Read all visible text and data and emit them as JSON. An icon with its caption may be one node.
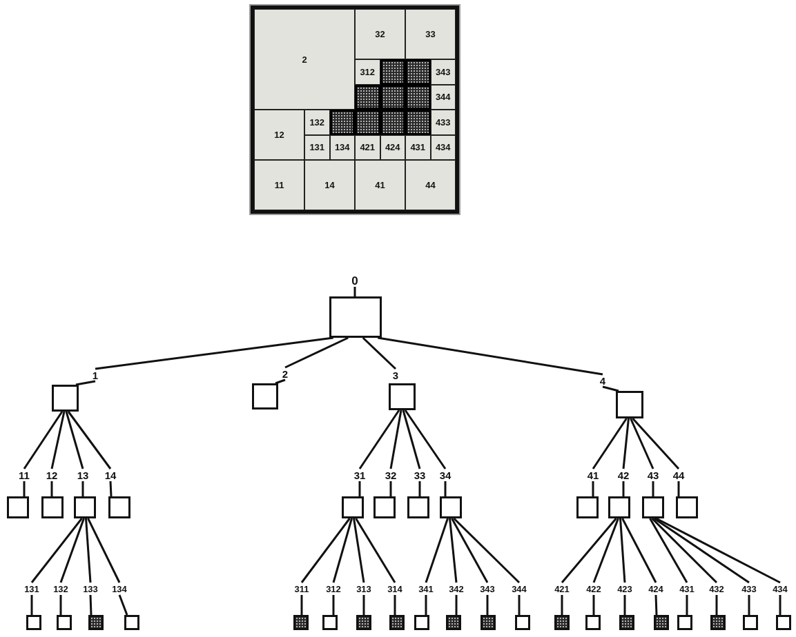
{
  "diagram": {
    "nodes": [
      {
        "text": [],
        "shape": "box"
      },
      {
        "text": [
          "2"
        ],
        "in": 0
      },
      {
        "text": [
          "32"
        ],
        "in": 0
      },
      {
        "text": [
          "33"
        ],
        "in": 0
      },
      {
        "text": [
          "312"
        ],
        "in": 0
      },
      {
        "text": [],
        "shape": "box",
        "in": 0
      },
      {
        "text": [],
        "shape": "box",
        "in": 0
      },
      {
        "text": [
          "343"
        ],
        "in": 0
      },
      {
        "text": [],
        "shape": "box",
        "in": 0
      },
      {
        "text": [],
        "shape": "box",
        "in": 0
      },
      {
        "text": [],
        "shape": "box",
        "in": 0
      },
      {
        "text": [
          "344"
        ],
        "in": 0
      },
      {
        "text": [
          "12"
        ],
        "in": 0
      },
      {
        "text": [
          "132"
        ],
        "in": 0
      },
      {
        "text": [],
        "shape": "box",
        "in": 0
      },
      {
        "text": [],
        "shape": "box",
        "in": 0
      },
      {
        "text": [],
        "shape": "box",
        "in": 0
      },
      {
        "text": [],
        "shape": "box",
        "in": 0
      },
      {
        "text": [
          "433"
        ],
        "in": 0
      },
      {
        "text": [
          "131"
        ],
        "in": 0
      },
      {
        "text": [
          "134"
        ],
        "in": 0
      },
      {
        "text": [
          "421"
        ],
        "in": 0
      },
      {
        "text": [
          "424"
        ],
        "in": 0
      },
      {
        "text": [
          "431"
        ],
        "in": 0
      },
      {
        "text": [
          "434"
        ],
        "in": 0
      },
      {
        "text": [
          "11"
        ],
        "in": 0
      },
      {
        "text": [
          "14"
        ],
        "in": 0
      },
      {
        "text": [
          "41"
        ],
        "in": 0
      },
      {
        "text": [
          "44"
        ],
        "in": 0
      },
      {
        "text": [
          "0"
        ]
      },
      {
        "text": [
          "1"
        ]
      },
      {
        "text": [
          "2"
        ]
      },
      {
        "text": [
          "3"
        ]
      },
      {
        "text": [
          "4"
        ]
      },
      {
        "text": [
          "11"
        ]
      },
      {
        "text": [
          "12"
        ]
      },
      {
        "text": [
          "13"
        ]
      },
      {
        "text": [
          "14"
        ]
      },
      {
        "text": [
          "31"
        ]
      },
      {
        "text": [
          "32"
        ]
      },
      {
        "text": [
          "33"
        ]
      },
      {
        "text": [
          "34"
        ]
      },
      {
        "text": [
          "41"
        ]
      },
      {
        "text": [
          "42"
        ]
      },
      {
        "text": [
          "43"
        ]
      },
      {
        "text": [
          "44"
        ]
      },
      {
        "text": [
          "131"
        ]
      },
      {
        "text": [
          "132"
        ]
      },
      {
        "text": [
          "133"
        ]
      },
      {
        "text": [
          "134"
        ]
      },
      {
        "text": [
          "311"
        ]
      },
      {
        "text": [
          "312"
        ]
      },
      {
        "text": [
          "313"
        ]
      },
      {
        "text": [
          "314"
        ]
      },
      {
        "text": [
          "341"
        ]
      },
      {
        "text": [
          "342"
        ]
      },
      {
        "text": [
          "343"
        ]
      },
      {
        "text": [
          "344"
        ]
      },
      {
        "text": [
          "421"
        ]
      },
      {
        "text": [
          "422"
        ]
      },
      {
        "text": [
          "423"
        ]
      },
      {
        "text": [
          "424"
        ]
      },
      {
        "text": [
          "431"
        ]
      },
      {
        "text": [
          "432"
        ]
      },
      {
        "text": [
          "433"
        ]
      },
      {
        "text": [
          "434"
        ]
      }
    ],
    "edges": [
      {
        "from": 29,
        "to": 30,
        "arrow": "none"
      },
      {
        "from": 29,
        "to": 31,
        "arrow": "none"
      },
      {
        "from": 29,
        "to": 32,
        "arrow": "none"
      },
      {
        "from": 29,
        "to": 33,
        "arrow": "none"
      },
      {
        "from": 30,
        "to": 34,
        "arrow": "none"
      },
      {
        "from": 30,
        "to": 35,
        "arrow": "none"
      },
      {
        "from": 30,
        "to": 36,
        "arrow": "none"
      },
      {
        "from": 30,
        "to": 37,
        "arrow": "none"
      },
      {
        "from": 32,
        "to": 38,
        "arrow": "none"
      },
      {
        "from": 32,
        "to": 39,
        "arrow": "none"
      },
      {
        "from": 32,
        "to": 40,
        "arrow": "none"
      },
      {
        "from": 32,
        "to": 41,
        "arrow": "none"
      },
      {
        "from": 33,
        "to": 42,
        "arrow": "none"
      },
      {
        "from": 33,
        "to": 43,
        "arrow": "none"
      },
      {
        "from": 33,
        "to": 44,
        "arrow": "none"
      },
      {
        "from": 33,
        "to": 45,
        "arrow": "none"
      },
      {
        "from": 36,
        "to": 46,
        "arrow": "none"
      },
      {
        "from": 36,
        "to": 47,
        "arrow": "none"
      },
      {
        "from": 36,
        "to": 48,
        "arrow": "none"
      },
      {
        "from": 36,
        "to": 49,
        "arrow": "none"
      },
      {
        "from": 38,
        "to": 50,
        "arrow": "none"
      },
      {
        "from": 38,
        "to": 51,
        "arrow": "none"
      },
      {
        "from": 38,
        "to": 52,
        "arrow": "none"
      },
      {
        "from": 38,
        "to": 53,
        "arrow": "none"
      },
      {
        "from": 41,
        "to": 54,
        "arrow": "none"
      },
      {
        "from": 41,
        "to": 55,
        "arrow": "none"
      },
      {
        "from": 41,
        "to": 56,
        "arrow": "none"
      },
      {
        "from": 41,
        "to": 57,
        "arrow": "none"
      },
      {
        "from": 43,
        "to": 58,
        "arrow": "none"
      },
      {
        "from": 43,
        "to": 59,
        "arrow": "none"
      },
      {
        "from": 43,
        "to": 60,
        "arrow": "none"
      },
      {
        "from": 43,
        "to": 61,
        "arrow": "none"
      },
      {
        "from": 44,
        "to": 62,
        "arrow": "none"
      },
      {
        "from": 44,
        "to": 63,
        "arrow": "none"
      },
      {
        "from": 44,
        "to": 64,
        "arrow": "none"
      },
      {
        "from": 44,
        "to": 65,
        "arrow": "none"
      }
    ]
  }
}
